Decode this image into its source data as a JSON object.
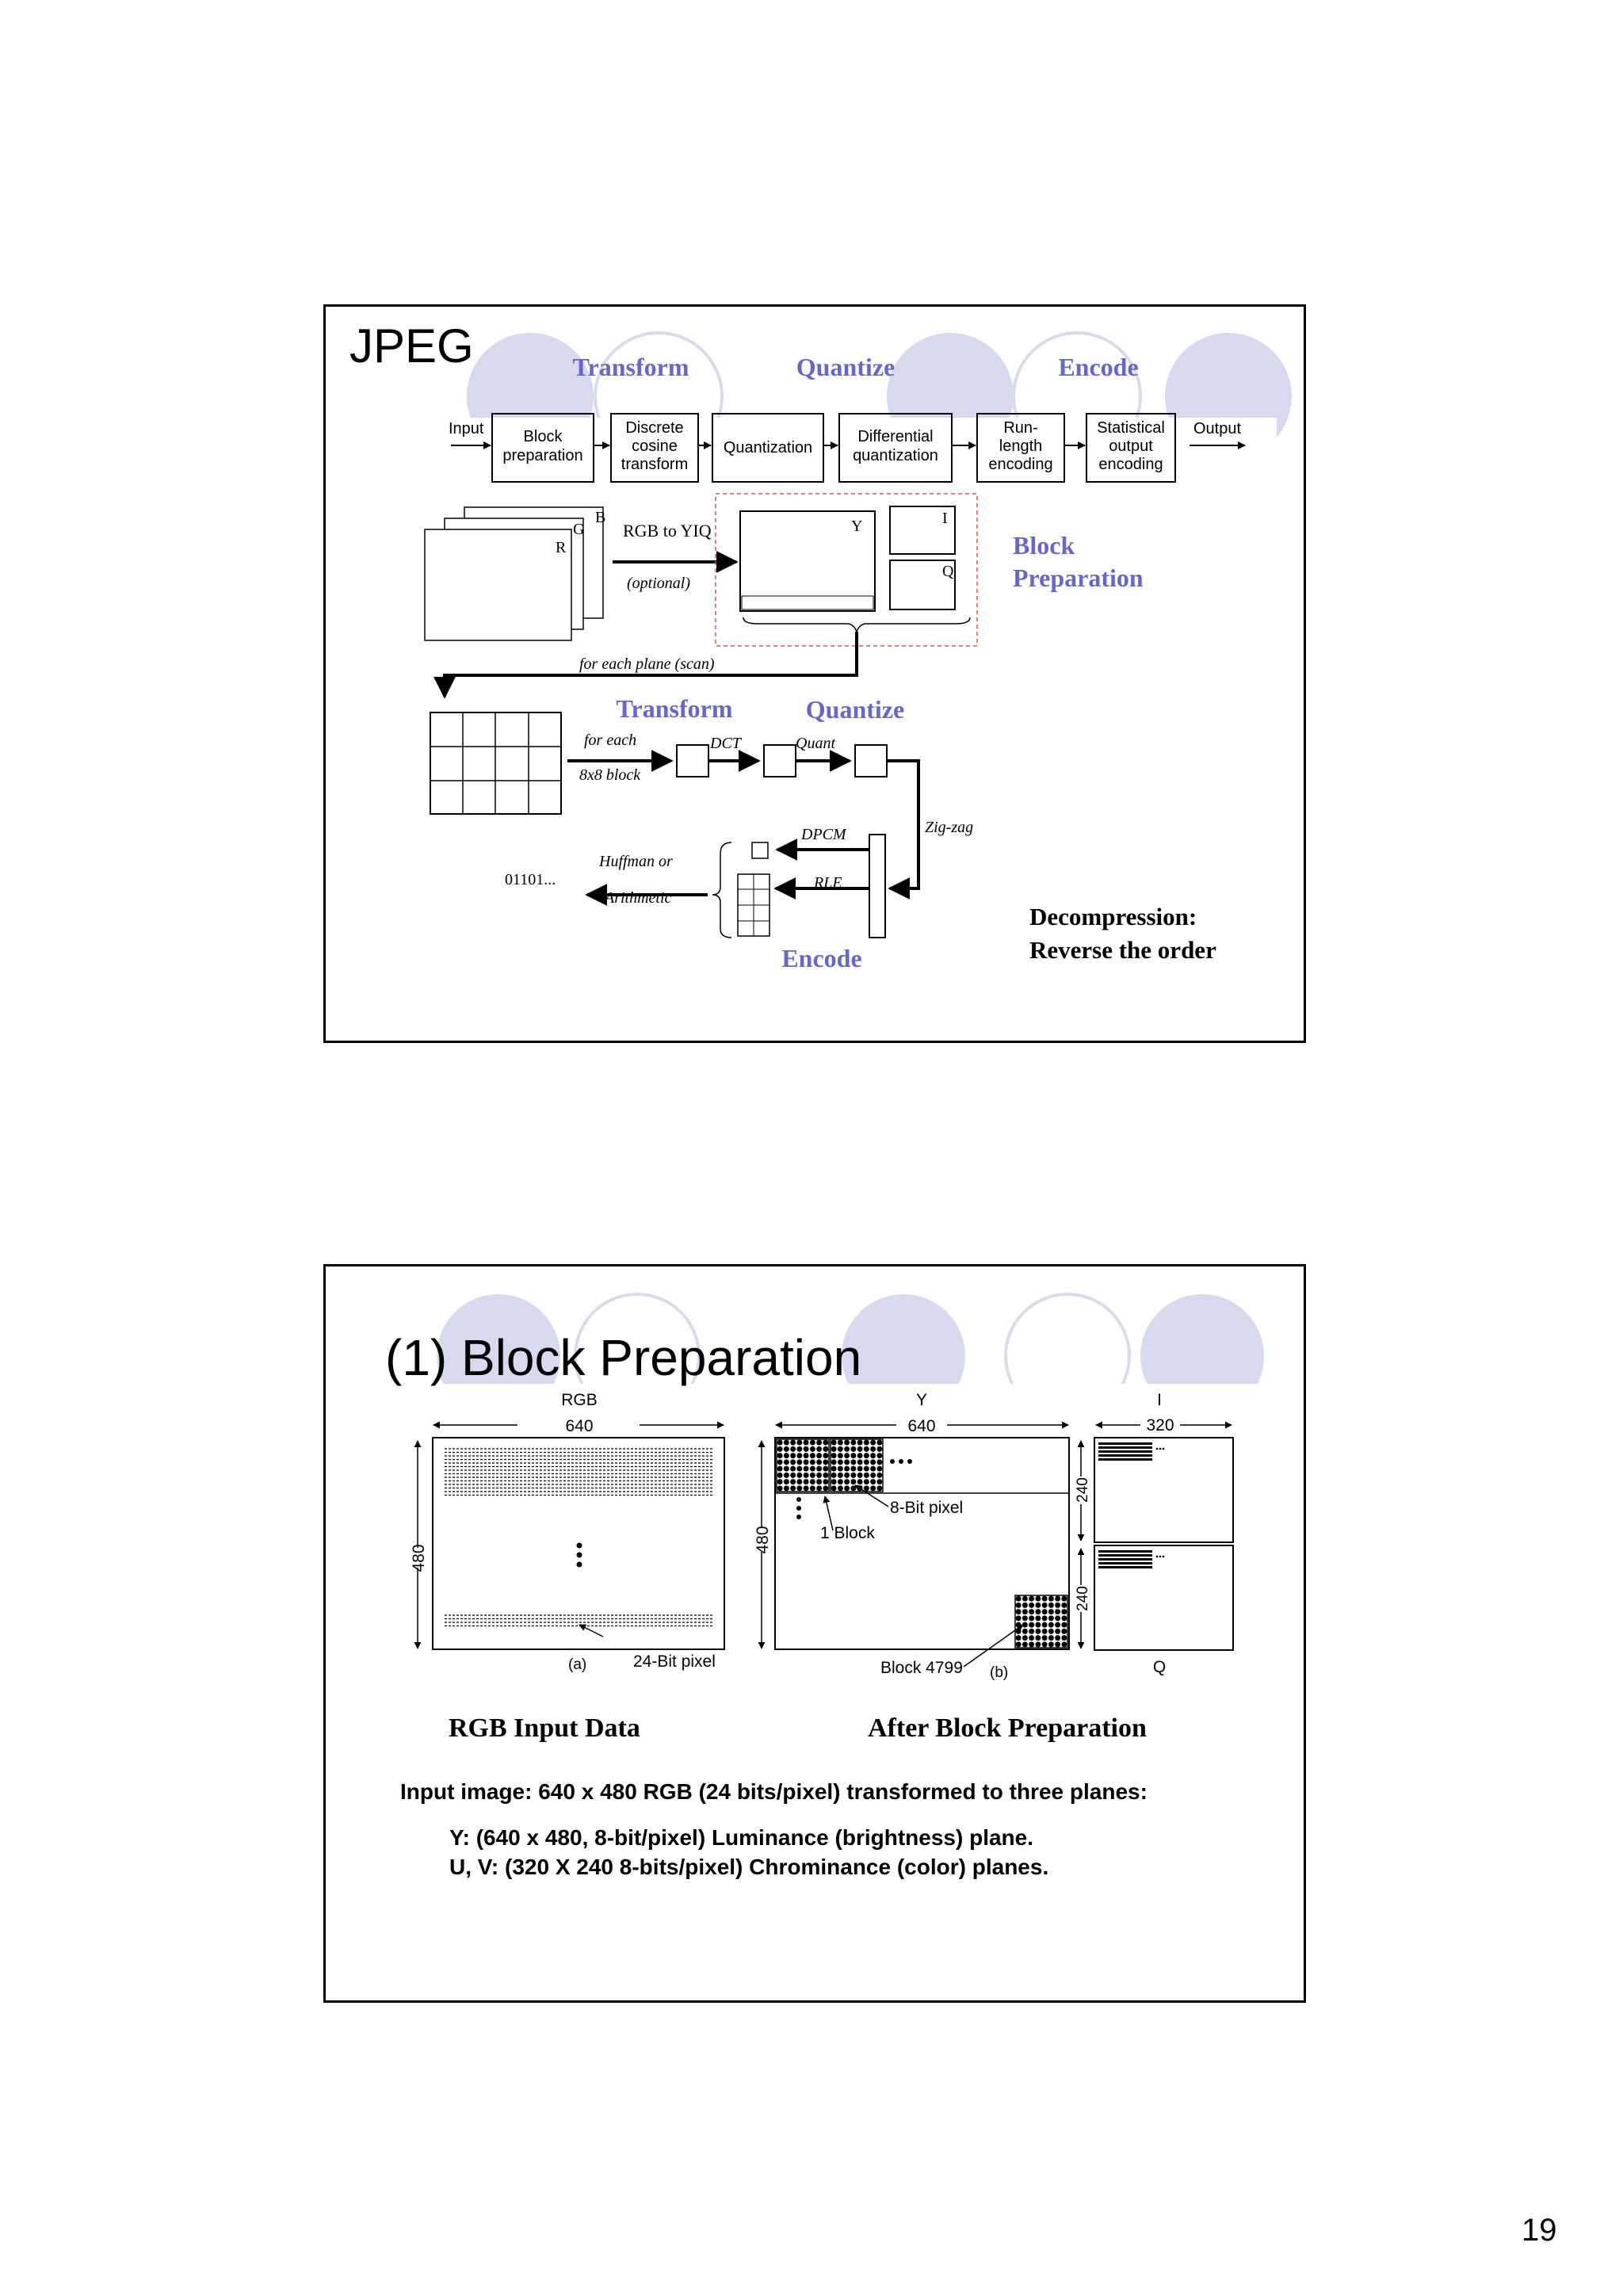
{
  "slide1": {
    "title": "JPEG",
    "phases": {
      "transform": "Transform",
      "quantize": "Quantize",
      "encode": "Encode"
    },
    "pipeline": {
      "input": "Input",
      "output": "Output",
      "stages": [
        [
          "Block",
          "preparation"
        ],
        [
          "Discrete",
          "cosine",
          "transform"
        ],
        [
          "Quantization"
        ],
        [
          "Differential",
          "quantization"
        ],
        [
          "Run-",
          "length",
          "encoding"
        ],
        [
          "Statistical",
          "output",
          "encoding"
        ]
      ]
    },
    "planes": {
      "b": "B",
      "g": "G",
      "r": "R",
      "y": "Y",
      "i": "I",
      "q": "Q"
    },
    "rgb_to_yiq": "RGB to YIQ",
    "optional": "(optional)",
    "for_each_plane": "for each plane (scan)",
    "block_preparation": [
      "Block",
      "Preparation"
    ],
    "for_each_block": [
      "for each",
      "8x8 block"
    ],
    "dct": "DCT",
    "quant": "Quant",
    "zigzag": "Zig-zag",
    "dpcm": "DPCM",
    "rle": "RLE",
    "huffman": [
      "Huffman or",
      "Arithmetic"
    ],
    "bits": "01101...",
    "decompression": [
      "Decompression:",
      "Reverse the order"
    ]
  },
  "slide2": {
    "title": "(1) Block Preparation",
    "rgb": {
      "label": "RGB",
      "width": "640",
      "height": "480",
      "pixel": "24-Bit pixel",
      "tag": "(a)"
    },
    "y": {
      "label": "Y",
      "width": "640",
      "height": "480",
      "pixel": "8-Bit pixel",
      "block": "1 Block",
      "last_block": "Block 4799",
      "tag": "(b)"
    },
    "i": {
      "label": "I",
      "width": "320",
      "height": "240"
    },
    "q": {
      "label": "Q",
      "height": "240"
    },
    "ellipsis": "...",
    "caption_left": "RGB Input Data",
    "caption_right": "After Block Preparation",
    "intro": "Input image: 640 x 480 RGB (24 bits/pixel) transformed to three planes:",
    "line_y": "Y:  (640 x 480, 8-bit/pixel)  Luminance (brightness) plane.",
    "line_uv": "U, V:   (320 X 240 8-bits/pixel)  Chrominance  (color) planes."
  },
  "page_number": "19",
  "colors": {
    "accent": "#6666cc",
    "circle_fill": "#d8d8ee",
    "circle_stroke": "#dadaea",
    "dashed_red": "#e05050"
  }
}
